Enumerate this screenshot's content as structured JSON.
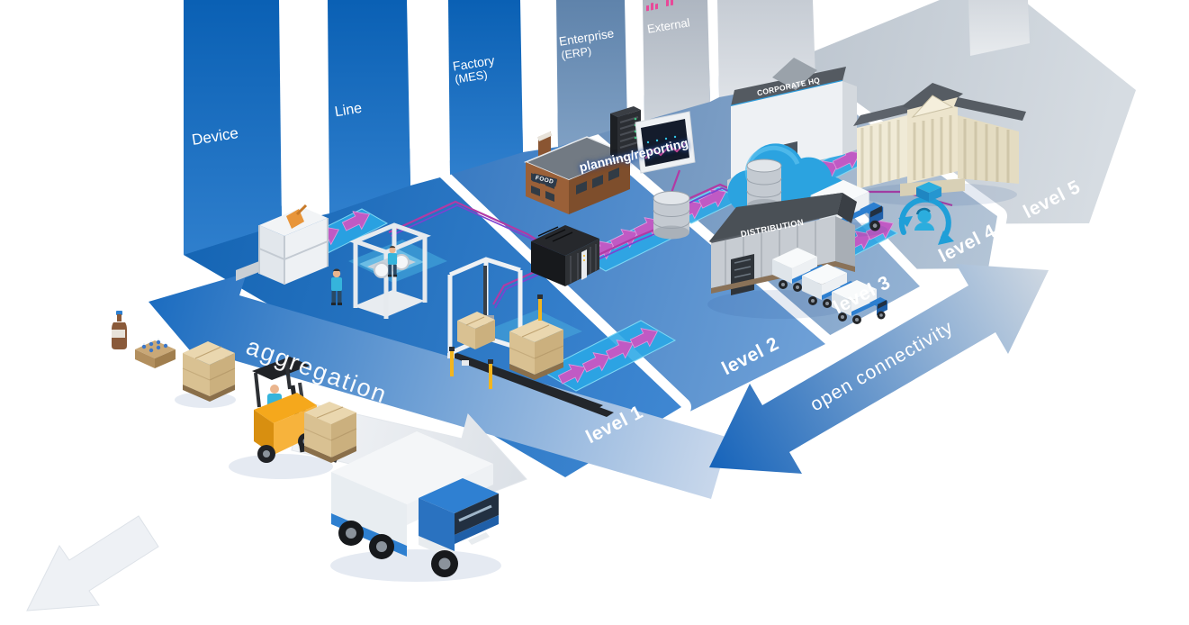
{
  "diagram": {
    "walls": [
      {
        "label": "Device",
        "sub": ""
      },
      {
        "label": "Line",
        "sub": ""
      },
      {
        "label": "Factory",
        "sub": "(MES)"
      },
      {
        "label": "Enterprise",
        "sub": "(ERP)"
      },
      {
        "label": "External",
        "sub": ""
      }
    ],
    "levels": [
      {
        "label": "level 1"
      },
      {
        "label": "level 2"
      },
      {
        "label": "level 3"
      },
      {
        "label": "level 4"
      },
      {
        "label": "level 5"
      }
    ],
    "arrows": {
      "aggregation": "aggregation",
      "open_connectivity": "open connectivity"
    },
    "signs": {
      "food": "FOOD",
      "distribution": "DISTRIBUTION",
      "corporate_hq": "CORPORATE HQ"
    },
    "annotations": {
      "planning_reporting": "planning/reporting"
    },
    "colors": {
      "wall_blue": "#0c64b8",
      "wall_enterprise": "#5f83ab",
      "wall_external": "#aeb6c1",
      "band1_blue": "#1766b6",
      "band5_gray": "#b3bdc8",
      "flow_magenta": "#c05ac4",
      "line_magenta": "#b23aa4",
      "line_purple": "#7c42d0",
      "cyan_panel": "#2aa7e6",
      "arrow_blue": "#1b6cc0",
      "cloud_blue": "#2ba3e0",
      "forklift_yellow": "#f5a81c"
    }
  }
}
